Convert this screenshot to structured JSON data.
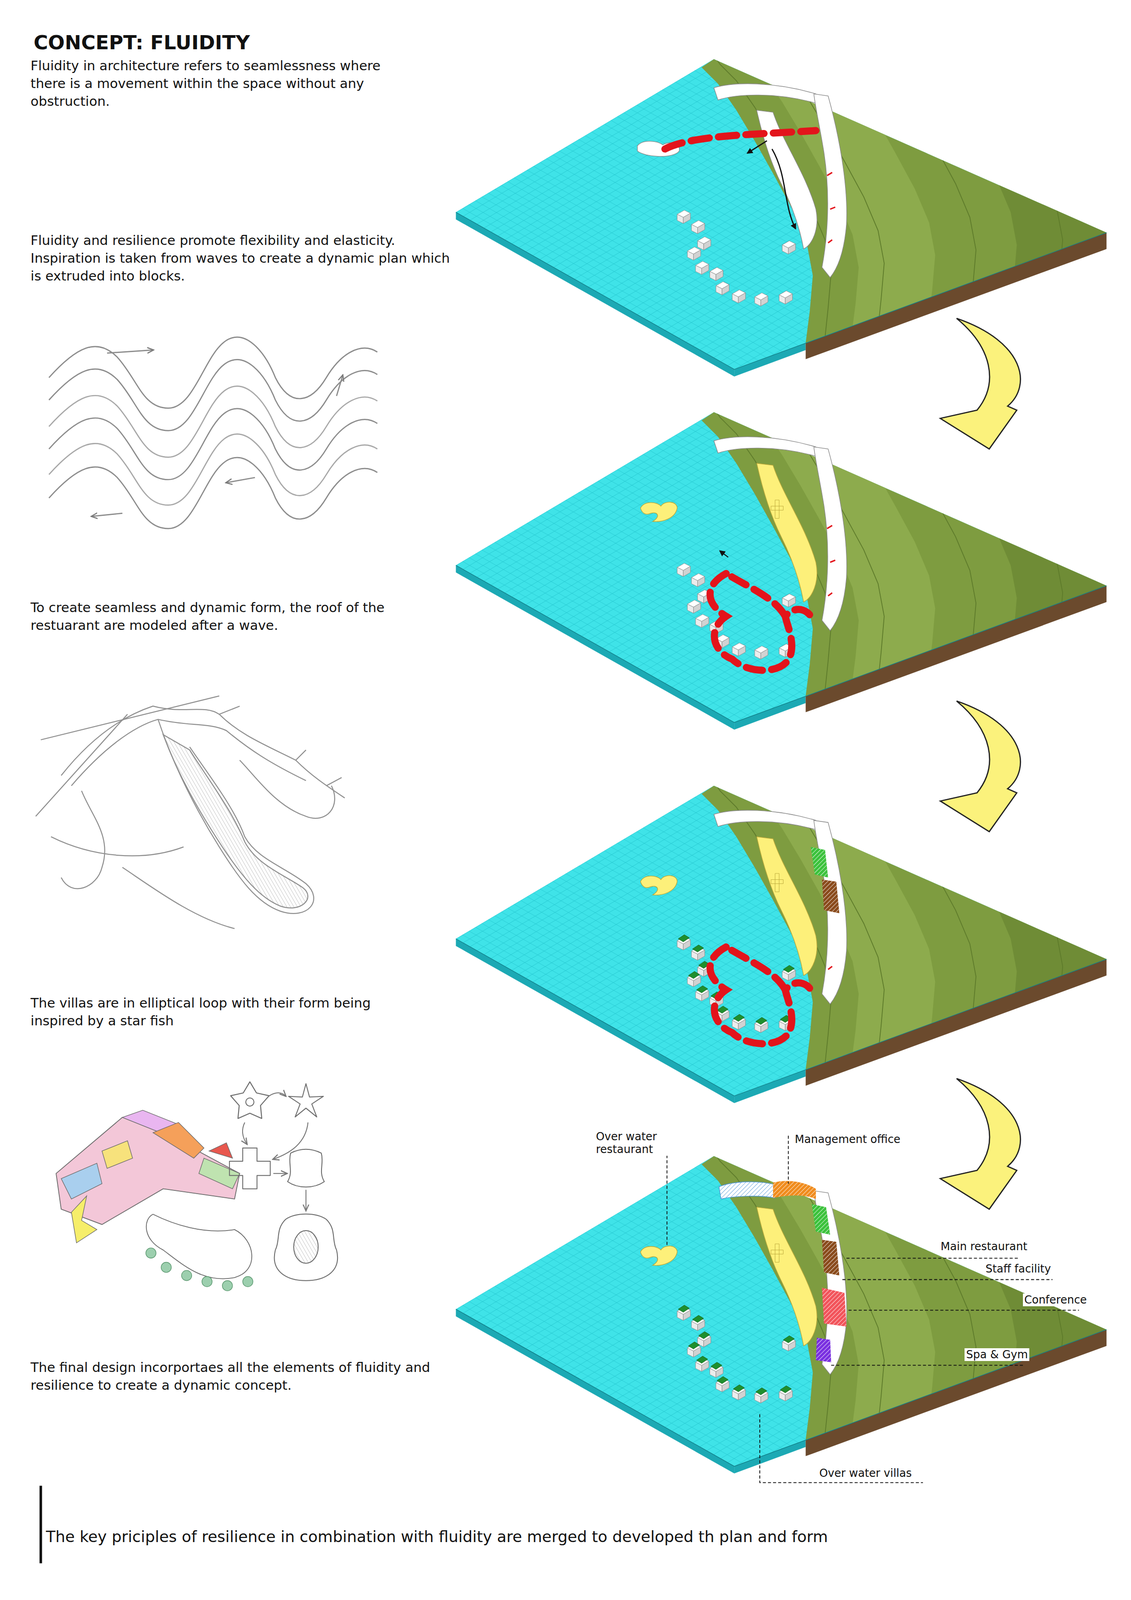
{
  "diagram": {
    "title": "CONCEPT: FLUIDITY",
    "caption": "The key priciples of resilience in combination with fluidity are merged to developed th plan and form",
    "labels": [
      "Fluidity in architecture refers to seamlessness where there is a movement within the space without any obstruction.",
      "Fluidity and resilience promote flexibility and elasticity. Inspiration is taken from waves to create a dynamic plan which is extruded into blocks.",
      "To create seamless and dynamic form, the roof of the restuarant are modeled after a wave.",
      "The villas are in elliptical loop with their form being inspired by a star fish",
      "The final design incorportaes all the elements of fluidity and resilience to create a dynamic concept.",
      "Over water restaurant",
      "Management office",
      "Main restaurant",
      "Staff facility",
      "Conference",
      "Spa & Gym",
      "Over water villas"
    ]
  }
}
